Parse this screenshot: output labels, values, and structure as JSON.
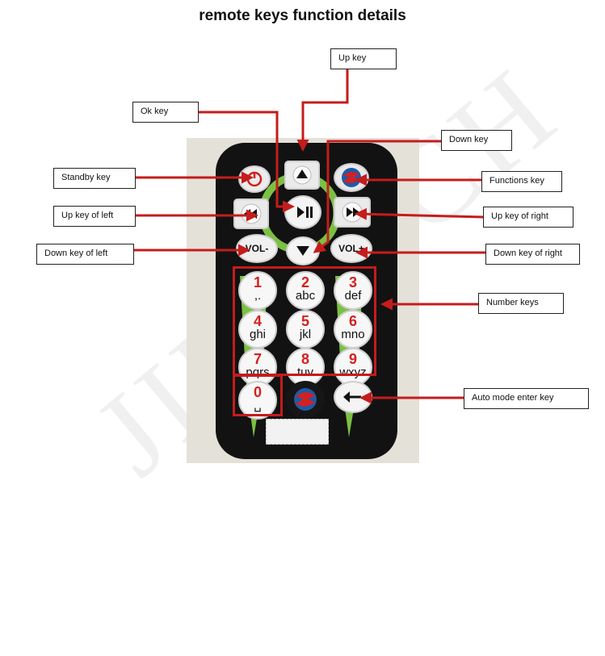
{
  "title": "remote keys function details",
  "watermark": "JIMTECH",
  "callouts": {
    "up_key": "Up key",
    "ok_key": "Ok key",
    "down_key": "Down key",
    "standby_key": "Standby key",
    "functions_key": "Functions key",
    "up_key_left": "Up key of left",
    "up_key_right": "Up key of right",
    "down_key_left": "Down key of left",
    "down_key_right": "Down key of right",
    "number_keys": "Number keys",
    "auto_mode_key": "Auto mode enter key"
  },
  "remote": {
    "vol_left": "VOL-",
    "vol_right": "VOL+",
    "keys": [
      {
        "digit": "1",
        "letters": ",."
      },
      {
        "digit": "2",
        "letters": "abc"
      },
      {
        "digit": "3",
        "letters": "def"
      },
      {
        "digit": "4",
        "letters": "ghi"
      },
      {
        "digit": "5",
        "letters": "jkl"
      },
      {
        "digit": "6",
        "letters": "mno"
      },
      {
        "digit": "7",
        "letters": "pqrs"
      },
      {
        "digit": "8",
        "letters": "tuv"
      },
      {
        "digit": "9",
        "letters": "wxyz"
      },
      {
        "digit": "0",
        "letters": "␣"
      }
    ]
  },
  "colors": {
    "arrow": "#c51c1c",
    "remote_body": "#121212",
    "accent_green": "#7bc043",
    "digit_red": "#d42020"
  }
}
